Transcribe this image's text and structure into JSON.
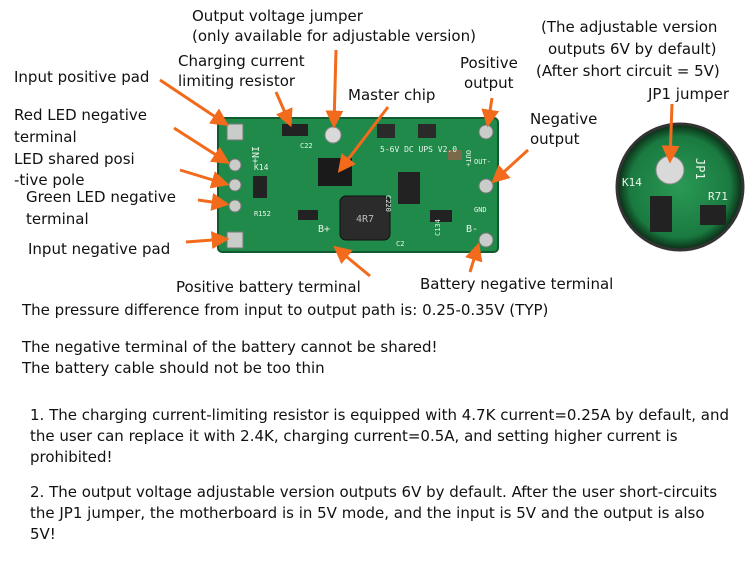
{
  "labels": {
    "output_voltage_jumper": "Output voltage jumper",
    "output_voltage_jumper_note": "(only available for adjustable version)",
    "charging_current_1": "Charging current",
    "charging_current_2": "limiting resistor",
    "master_chip": "Master chip",
    "positive_output_1": "Positive",
    "positive_output_2": "output",
    "negative_output_1": "Negative",
    "negative_output_2": "output",
    "input_positive_pad": "Input positive pad",
    "red_led_1": "Red LED negative",
    "red_led_2": "terminal",
    "led_shared_1": "LED shared posi",
    "led_shared_2": "-tive pole",
    "green_led_1": "Green LED negative",
    "green_led_2": "terminal",
    "input_negative_pad": "Input negative pad",
    "positive_battery_terminal": "Positive battery terminal",
    "battery_negative_terminal": "Battery negative terminal",
    "adjustable_note_1": "(The adjustable version",
    "adjustable_note_2": "outputs 6V by default)",
    "adjustable_note_3": "(After short circuit = 5V)",
    "jp1_jumper": "JP1 jumper"
  },
  "board": {
    "silk_model": "5-6V DC UPS V2.0",
    "silk_in_plus": "IN+",
    "silk_out_plus": "OUT+",
    "silk_out_minus": "OUT-",
    "silk_gnd": "GND",
    "silk_b_plus": "B+",
    "silk_b_minus": "B-",
    "silk_k14": "K14",
    "silk_r152": "R152",
    "silk_c134": "C134",
    "silk_c22": "C22",
    "silk_c220": "C220",
    "silk_c2": "C2",
    "silk_inductor": "4R7",
    "zoom_jp1": "JP1",
    "zoom_k14": "K14",
    "zoom_r71": "R71"
  },
  "notes": {
    "pressure_difference": "The pressure difference from input to output path is: 0.25-0.35V (TYP)",
    "battery_not_shared": "The negative terminal of the battery cannot be shared!",
    "battery_cable": "The battery cable should not be too thin",
    "note1": "1. The charging current-limiting resistor is equipped with 4.7K current=0.25A by default, and the user can replace it with 2.4K, charging current=0.5A, and setting higher current is prohibited!",
    "note2": "2. The output voltage adjustable version outputs 6V by default. After the user short-circuits the JP1 jumper, the motherboard is in 5V mode, and the input is 5V and the output is also 5V!"
  },
  "colors": {
    "arrow": "#f26a1b",
    "pcb": "#1f8a4a",
    "pcb_dark": "#0f5a2e",
    "silkscreen": "#e8f5ea",
    "pad": "#c9ccc9"
  }
}
